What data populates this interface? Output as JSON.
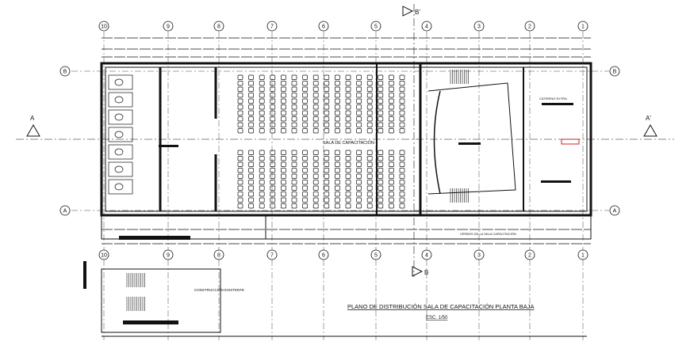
{
  "plan": {
    "title": "PLANO DE DISTRIBUCIÓN SALA DE CAPACITACIÓN PLANTA BAJA",
    "scale": "ESC. 1/50",
    "room_main": "SALA DE CAPACITACIÓN",
    "room_existing": "CONSTRUCCIÓN EXISTENTE",
    "room_catering": "CATERING EXTRA",
    "stage_note": "VERBOS DE LA SALA CAPACITACIÓN"
  },
  "grid_axes": {
    "columns": [
      "10",
      "9",
      "8",
      "7",
      "6",
      "5",
      "4",
      "3",
      "2",
      "1"
    ],
    "rows": [
      "B",
      "A"
    ]
  },
  "section_marks": {
    "left": "A",
    "right": "A'",
    "top": "B'",
    "bottom": "B"
  },
  "colors": {
    "line": "#111111",
    "background": "#ffffff",
    "accent": "#cc2222"
  }
}
